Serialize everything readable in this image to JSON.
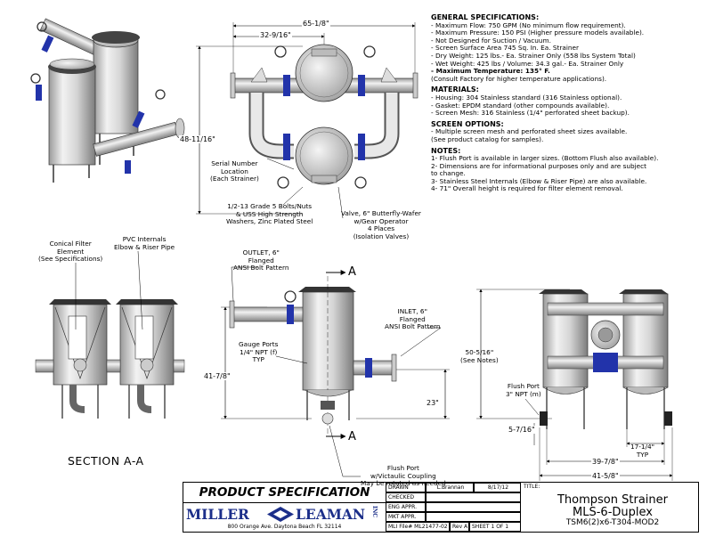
{
  "general": {
    "heading": "GENERAL SPECIFICATIONS:",
    "lines": [
      "- Maximum Flow:  750 GPM (No minimum flow requirement).",
      "- Maximum Pressure:  150 PSI (Higher pressure models available).",
      "- Not Designed for Suction / Vacuum.",
      "- Screen Surface Area  745 Sq. In. Ea. Strainer",
      "- Dry Weight: 125 lbs.- Ea. Strainer Only (558 lbs System Total)",
      "- Wet Weight: 425 lbs / Volume: 34.3 gal.- Ea. Strainer Only",
      "- Maximum Temperature: 135° F.",
      "  (Consult Factory for higher temperature applications)."
    ]
  },
  "materials": {
    "heading": "MATERIALS:",
    "lines": [
      "- Housing:  304 Stainless standard (316 Stainless optional).",
      "- Gasket:  EPDM standard (other compounds available).",
      "- Screen Mesh:  316 Stainless (1/4\" perforated sheet backup)."
    ]
  },
  "screen": {
    "heading": "SCREEN OPTIONS:",
    "lines": [
      "- Multiple screen mesh and perforated sheet sizes available.",
      "  (See product catalog for samples)."
    ]
  },
  "notes": {
    "heading": "NOTES:",
    "lines": [
      "1- Flush Port is available in larger sizes. (Bottom Flush also available).",
      "2- Dimensions are for informational purposes only and are subject",
      "     to change.",
      "3- Stainless Steel Internals (Elbow & Riser Pipe) are also available.",
      "4- 71\" Overall height is required for filter element removal."
    ]
  },
  "top_view": {
    "dim_width": "65-1/8\"",
    "dim_half": "32-9/16\"",
    "dim_height": "48-11/16\"",
    "serial": [
      "Serial Number",
      "Location",
      "(Each Strainer)"
    ],
    "bolts": [
      "1/2-13 Grade 5 Bolts/Nuts",
      "& USS High Strength",
      "Washers, Zinc Plated Steel"
    ],
    "valve": [
      "Valve, 6\" Butterfly-Wafer",
      "w/Gear Operator",
      "4 Places",
      "(Isolation Valves)"
    ]
  },
  "section_view": {
    "label": "SECTION A-A",
    "conical": [
      "Conical Filter",
      "Element",
      "(See Specifications)"
    ],
    "pvc": [
      "PVC Internals",
      "Elbow & Riser Pipe"
    ]
  },
  "side_view": {
    "outlet": [
      "OUTLET, 6\"",
      "Flanged",
      "ANSI Bolt Pattern"
    ],
    "inlet": [
      "INLET, 6\"",
      "Flanged",
      "ANSI Bolt Pattern"
    ],
    "gauge": [
      "Gauge Ports",
      "1/4\" NPT (f)",
      "TYP"
    ],
    "flush": [
      "Flush Port",
      "w/Victaulic Coupling",
      "May be rotated as needed"
    ],
    "dim_height": "41-7/8\"",
    "dim_low": "23\"",
    "section_mark": "A"
  },
  "front_view": {
    "dim_height": "50-5/16\"",
    "dim_height_note": "(See Notes)",
    "flush": [
      "Flush Port",
      "3\" NPT (m)"
    ],
    "dim_small": "5-7/16\"",
    "dim_leg": "17-1/4\"",
    "dim_leg_note": "TYP",
    "dim_mid": "39-7/8\"",
    "dim_total": "41-5/8\""
  },
  "title_block": {
    "product_spec": "PRODUCT SPECIFICATION",
    "company": "MILLER",
    "company2": "LEAMAN",
    "inc": "INC",
    "address": "800 Orange Ave. Daytona Beach FL 32114",
    "drawn_label": "DRAWN",
    "drawn_by": "L.Brannan",
    "drawn_date": "8/17/12",
    "checked_label": "CHECKED",
    "eng_label": "ENG APPR.",
    "mkt_label": "MKT APPR.",
    "file_label": "MLI File# ML21477-02",
    "rev_label": "Rev A",
    "sheet_label": "SHEET 1 OF 1",
    "title_label": "TITLE:",
    "title1": "Thompson Strainer",
    "title2": "MLS-6-Duplex",
    "title3": "TSM6(2)x6-T304-MOD2"
  },
  "colors": {
    "blue_valve": "#2233aa",
    "logo_blue": "#1c2f8a",
    "steel_light": "#e4e4e4",
    "steel_dark": "#8a8a8a"
  }
}
